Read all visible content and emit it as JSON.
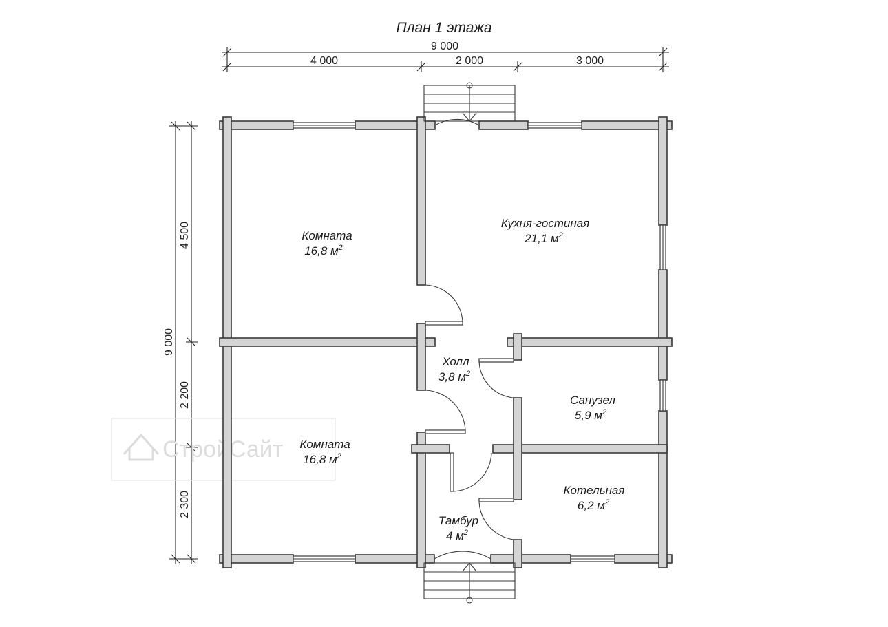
{
  "title": "План 1 этажа",
  "dimensions": {
    "top_total": "9 000",
    "top_segments": [
      "4 000",
      "2 000",
      "3 000"
    ],
    "left_total": "9 000",
    "left_segments": [
      "4 500",
      "2 200",
      "2 300"
    ]
  },
  "rooms": [
    {
      "name": "Комната",
      "area": "16,8 м",
      "sup": "2"
    },
    {
      "name": "Кухня-гостиная",
      "area": "21,1 м",
      "sup": "2"
    },
    {
      "name": "Холл",
      "area": "3,8 м",
      "sup": "2"
    },
    {
      "name": "Санузел",
      "area": "5,9 м",
      "sup": "2"
    },
    {
      "name": "Комната",
      "area": "16,8 м",
      "sup": "2"
    },
    {
      "name": "Котельная",
      "area": "6,2 м",
      "sup": "2"
    },
    {
      "name": "Тамбур",
      "area": "4 м",
      "sup": "2"
    }
  ],
  "watermark": "СтройСайт",
  "colors": {
    "wall_fill": "#d4d4d4",
    "line": "#3a3a3a",
    "background": "#ffffff"
  }
}
